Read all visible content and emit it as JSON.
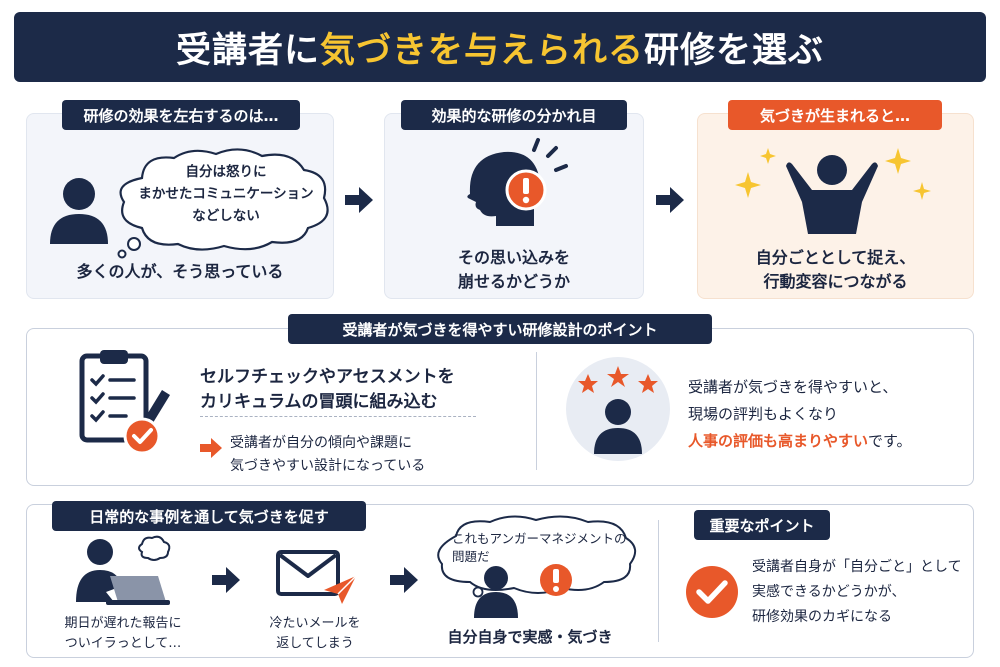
{
  "title": {
    "part1": "受講者に",
    "highlight": "気づきを与えられる",
    "part2": "研修を選ぶ"
  },
  "step1": {
    "tag": "研修の効果を左右するのは…",
    "bubble_line1": "自分は怒りに",
    "bubble_line2": "まかせたコミュニケーション",
    "bubble_line3": "などしない",
    "caption": "多くの人が、そう思っている"
  },
  "step2": {
    "tag": "効果的な研修の分かれ目",
    "caption_line1": "その思い込みを",
    "caption_line2": "崩せるかどうか"
  },
  "step3": {
    "tag": "気づきが生まれると…",
    "caption_line1": "自分ごととして捉え、",
    "caption_line2": "行動変容につながる"
  },
  "design": {
    "tag": "受講者が気づきを得やすい研修設計のポイント",
    "head_line1": "セルフチェックやアセスメントを",
    "head_line2": "カリキュラムの冒頭に組み込む",
    "sub_line1": "受講者が自分の傾向や課題に",
    "sub_line2": "気づきやすい設計になっている",
    "right_line1": "受講者が気づきを得やすいと、",
    "right_line2": "現場の評判もよくなり",
    "right_line3_highlight": "人事の評価も高まりやすい",
    "right_line3_tail": "です。"
  },
  "daily": {
    "tag": "日常的な事例を通して気づきを促す",
    "case1_line1": "期日が遅れた報告に",
    "case1_line2": "ついイラっとして…",
    "case2_line1": "冷たいメールを",
    "case2_line2": "返してしまう",
    "bubble_line1": "これもアンガーマネジメントの",
    "bubble_line2": "問題だ",
    "case3": "自分自身で実感・気づき"
  },
  "important": {
    "tag": "重要なポイント",
    "line1": "受講者自身が「自分ごと」として",
    "line2": "実感できるかどうかが、",
    "line3": "研修効果のカギになる"
  },
  "colors": {
    "navy": "#1c2a48",
    "orange": "#e8582a",
    "yellow": "#f7c531"
  }
}
